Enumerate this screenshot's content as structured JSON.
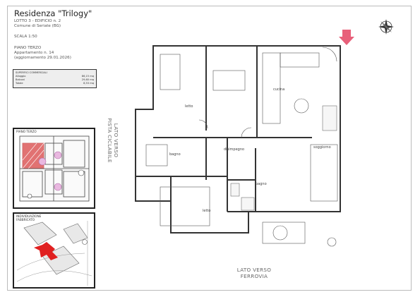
{
  "header": {
    "title": "Residenza \"Trilogy\"",
    "lotto": "LOTTO 3 - EDIFICIO n. 2",
    "comune": "Comune di Seriate (BG)",
    "scala": "SCALA 1:50",
    "piano": "PIANO TERZO",
    "appartamento": "Appartamento n. 14",
    "aggiornamento": "(aggiornamento 29.01.2026)"
  },
  "superfici": {
    "header": "SUPERFICI COMMERCIALI",
    "rows": [
      {
        "label": "Alloggio",
        "value": "86,15 mq"
      },
      {
        "label": "Balconi",
        "value": "29,60 mq"
      },
      {
        "label": "Totale",
        "value": "8,53 mq"
      }
    ]
  },
  "key_floor": {
    "label": "PIANO TERZO"
  },
  "key_site": {
    "label": "INDIVIDUAZIONE FABBRICATO"
  },
  "orientation": {
    "left": [
      "LATO VERSO",
      "PISTA CICLABILE"
    ],
    "bottom": [
      "LATO VERSO",
      "FERROVIA"
    ]
  },
  "rooms": {
    "letto_top": "letto",
    "cucina": "cucina",
    "soggiorno": "soggiorno",
    "bagno_left": "bagno",
    "disimpegno": "disimpegno",
    "bagno_right": "bagno",
    "letto_bottom": "letto"
  },
  "colors": {
    "accent": "#e8607a",
    "highlight": "#d94545",
    "line": "#333333"
  },
  "icons": [
    "compass-icon",
    "entrance-arrow-icon"
  ]
}
